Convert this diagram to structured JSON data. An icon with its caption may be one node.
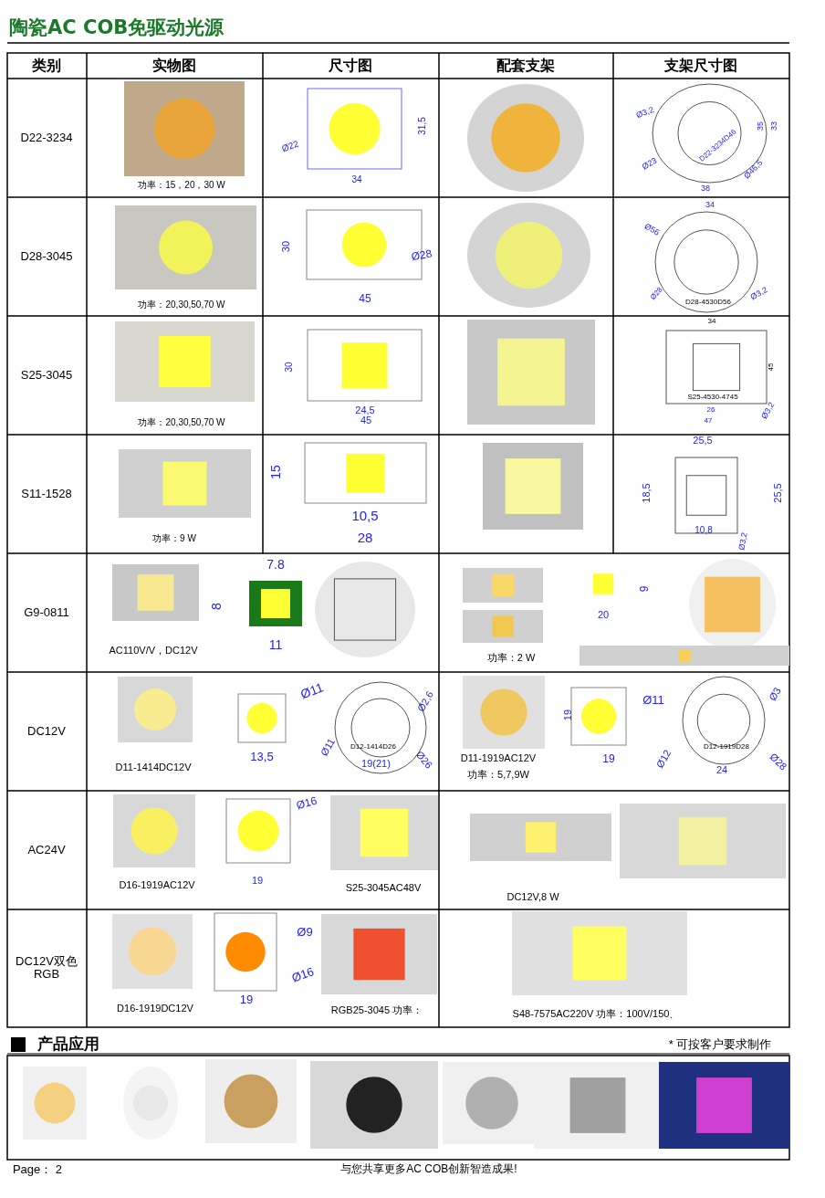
{
  "diagram": {
    "title": "陶瓷AC COB免驱动光源",
    "labels": [
      "类别",
      "实物图",
      "尺寸图",
      "配套支架",
      "支架尺寸图",
      "D22-3234",
      "功率：15，20，30 W",
      "Ø22",
      "31,5",
      "34",
      "Ø3,2",
      "D22-3234D46",
      "35",
      "33",
      "Ø23",
      "38",
      "Ø46,5",
      "D28-3045",
      "功率：20,30,50,70 W",
      "30",
      "Ø28",
      "45",
      "34",
      "Ø56",
      "Ø28",
      "Ø3,2",
      "D28-4530D56",
      "S25-3045",
      "功率：20,30,50,70 W",
      "30",
      "24,5",
      "45",
      "34",
      "45",
      "S25-4530-4745",
      "26",
      "47",
      "Ø3,2",
      "S11-1528",
      "功率：9 W",
      "15",
      "10,5",
      "28",
      "25,5",
      "18,5",
      "25,5",
      "10,8",
      "Ø3,2",
      "G9-0811",
      "AC110V/V，DC12V",
      "7.8",
      "8",
      "11",
      "9",
      "20",
      "功率：2 W",
      "DC12V",
      "D11-1414DC12V",
      "Ø11",
      "13,5",
      "Ø2,6",
      "Ø11",
      "D12-1414D26",
      "19(21)",
      "Ø26",
      "D11-1919AC12V",
      "功率：5,7,9W",
      "19",
      "Ø11",
      "19",
      "Ø3",
      "Ø12",
      "D12-1919D28",
      "24",
      "Ø28",
      "AC24V",
      "D16-1919AC12V",
      "Ø16",
      "19",
      "S25-3045AC48V",
      "DC12V,8 W",
      "DC12V双色RGB",
      "D16-1919DC12V",
      "Ø9",
      "Ø16",
      "19",
      "RGB25-3045 功率：",
      "S48-7575AC220V 功率：100V/150、",
      "产品应用",
      "* 可按客户要求制作",
      "Page： 2",
      "与您共享更多AC COB创新智造成果!"
    ]
  }
}
